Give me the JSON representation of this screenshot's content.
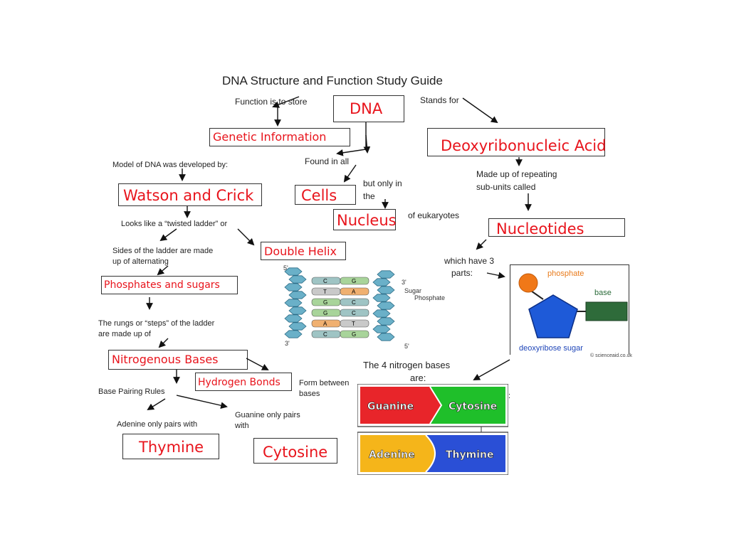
{
  "title": "DNA Structure and Function Study Guide",
  "boxes": {
    "dna": "DNA",
    "genetic_information": "Genetic Information",
    "deoxyribonucleic_acid": "Deoxyribonucleic Acid",
    "watson_and_crick": "Watson and Crick",
    "cells": "Cells",
    "nucleus": "Nucleus",
    "nucleotides": "Nucleotides",
    "double_helix": "Double Helix",
    "phosphates_and_sugars": "Phosphates and sugars",
    "nitrogenous_bases": "Nitrogenous Bases",
    "hydrogen_bonds": "Hydrogen Bonds",
    "thymine": "Thymine",
    "cytosine": "Cytosine"
  },
  "labels": {
    "function_is_to_store": "Function is to store",
    "stands_for": "Stands for",
    "found_in_all": "Found in all",
    "model_developed_by": "Model of DNA was developed by:",
    "made_up_line1": "Made up of repeating",
    "made_up_line2": "sub-units called",
    "but_only_line1": "but only in",
    "but_only_line2": "the",
    "of_eukaryotes": "of eukaryotes",
    "looks_like": "Looks like a “twisted ladder” or",
    "sides_line1": "Sides of the ladder are made",
    "sides_line2": "up of alternating",
    "which_have_line1": "which have 3",
    "which_have_line2": "parts:",
    "rungs_line1": "The rungs or “steps” of the ladder",
    "rungs_line2": "are made up of",
    "four_bases_line1": "The 4 nitrogen bases",
    "four_bases_line2": "are:",
    "form_between_line1": "Form between",
    "form_between_line2": "bases",
    "base_pairing_rules": "Base Pairing Rules",
    "adenine_pairs": "Adenine only pairs with",
    "guanine_pairs_line1": "Guanine only pairs",
    "guanine_pairs_line2": "with",
    "colon_mark": ":"
  },
  "helix_image": {
    "five_prime_top": "5'",
    "three_prime_top": "3'",
    "sugar": "Sugar",
    "phosphate": "Phosphate",
    "three_prime_bottom": "3'",
    "five_prime_bottom": "5'",
    "rungs": [
      {
        "left": "C",
        "right": "G"
      },
      {
        "left": "T",
        "right": "A"
      },
      {
        "left": "G",
        "right": "C"
      },
      {
        "left": "G",
        "right": "C"
      },
      {
        "left": "A",
        "right": "T"
      },
      {
        "left": "C",
        "right": "G"
      }
    ]
  },
  "nucleotide_image": {
    "phosphate": "phosphate",
    "base": "base",
    "sugar": "deoxyribose sugar",
    "credit": "© scienceaid.co.uk"
  },
  "bases_image": {
    "guanine": "Guanine",
    "cytosine": "Cytosine",
    "adenine": "Adenine",
    "thymine": "Thymine"
  },
  "colors": {
    "box_text": "#e8141c",
    "phosphate": "#f07818",
    "pentagon": "#1e5ad8",
    "base_green": "#2e6b3a",
    "guanine": "#e8252a",
    "cytosine": "#1fbf2a",
    "adenine": "#f5b51a",
    "thymine": "#2a4fd6"
  }
}
